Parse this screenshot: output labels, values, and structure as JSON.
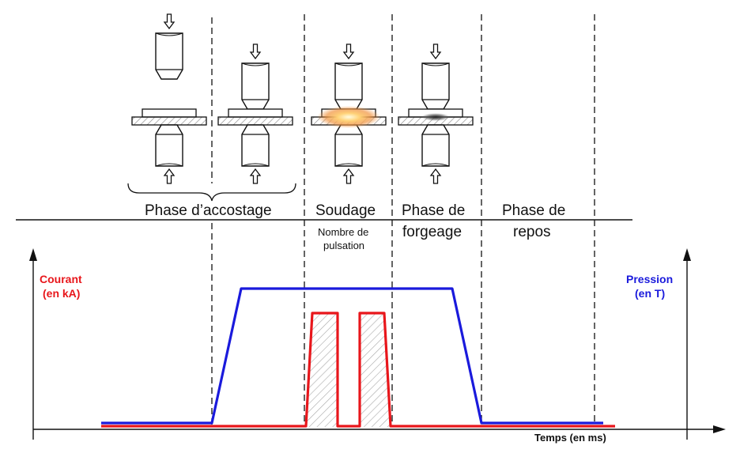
{
  "phases": {
    "accostage": "Phase d’accostage",
    "soudage": "Soudage",
    "forgeage_line1": "Phase de",
    "forgeage_line2": "forgeage",
    "repos_line1": "Phase de",
    "repos_line2": "repos"
  },
  "pulsation_note": {
    "line1": "Nombre de",
    "line2": "pulsation"
  },
  "axes": {
    "current_line1": "Courant",
    "current_line2": "(en kA)",
    "pressure_line1": "Pression",
    "pressure_line2": "(en T)",
    "time": "Temps (en ms)"
  },
  "colors": {
    "current": "#e8161b",
    "pressure": "#1a1adc",
    "hatch": "#9a9a9a"
  }
}
